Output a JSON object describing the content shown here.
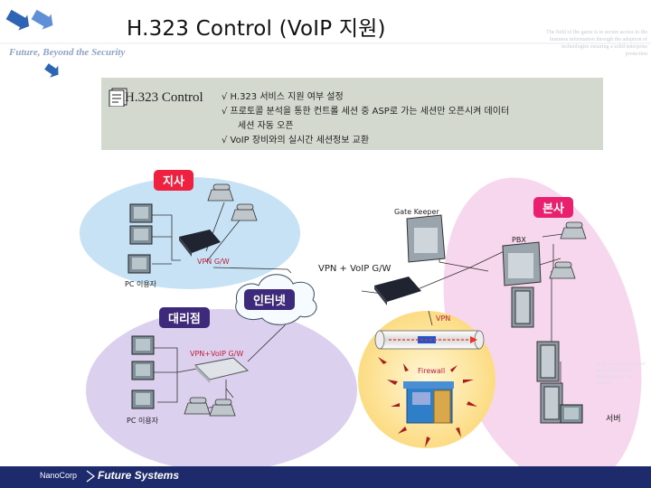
{
  "header": {
    "title": "H.323 Control (VoIP 지원)",
    "tagline": "Future, Beyond the Security",
    "corner_text": "The field of the game is to secure access to the business information through the adoption of technologies ensuring a solid enterprise protection"
  },
  "info": {
    "label": "H.323 Control",
    "bullets": [
      "√ H.323 서비스 지원 여부 설정",
      "√ 프로토콜 분석을 통한 컨트롤 세션 중 ASP로 가는 세션만 오픈시켜 데이터",
      "세션 자동 오픈",
      "√ VoIP 장비와의 실시간 세션정보 교환"
    ]
  },
  "diagram": {
    "branch_title": "지사",
    "hq_title": "본사",
    "agency_title": "대리점",
    "internet_label": "인터넷",
    "gatekeeper_label": "Gate Keeper",
    "pbx_label": "PBX",
    "vpngw_label": "VPN G/W",
    "vpn_voip_label": "VPN + VoIP G/W",
    "pc_user_label_1": "PC 이용자",
    "pc_user_label_2": "PC 이용자",
    "agency_gw_label": "VPN+VoIP G/W",
    "vpn_label": "VPN",
    "firewall_label": "Firewall",
    "server_label": "서버",
    "right_text": "is the interconnection of the system and the information to the solution"
  },
  "footer": {
    "brand": "Future Systems",
    "brand_prefix": "NanoCorp"
  },
  "colors": {
    "navy": "#1d2a6b",
    "pill_red": "#ee2240",
    "pill_purple": "#3e2a7a",
    "pill_pink": "#e8206e",
    "branch_zone": "#c6e2f4",
    "agency_zone": "#dcd0ef",
    "hq_zone": "#f7d7ee",
    "fw_zone": "#fde39a"
  }
}
